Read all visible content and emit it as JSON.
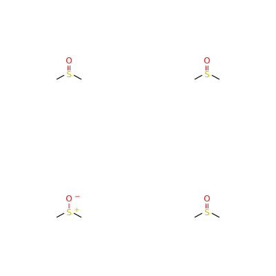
{
  "colors": {
    "bond": "#000000",
    "oxygen": "#ff0d0d",
    "sulfur": "#c8c800"
  },
  "molecules": [
    {
      "label_o": "O",
      "label_s": "S",
      "double_bond": true,
      "charge_o": "",
      "charge_s": ""
    },
    {
      "label_o": "O",
      "label_s": "S",
      "double_bond": true,
      "charge_o": "",
      "charge_s": ""
    },
    {
      "label_o": "O",
      "label_s": "S",
      "double_bond": false,
      "charge_o": "−",
      "charge_s": "+"
    },
    {
      "label_o": "O",
      "label_s": "S",
      "double_bond": true,
      "charge_o": "",
      "charge_s": ""
    }
  ]
}
